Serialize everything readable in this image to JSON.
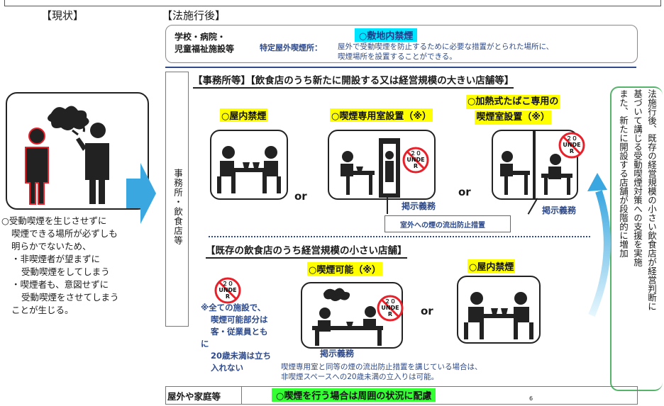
{
  "labels": {
    "current": "【現状】",
    "after_law": "【法施行後】",
    "schools_line1": "学校・病院・",
    "schools_line2": "児童福祉施設等",
    "premises_ban": "○敷地内禁煙",
    "designated_outdoor": "特定屋外喫煙所：",
    "designated_outdoor_desc_1": "屋外で受動喫煙を防止するために必要な措置がとられた場所に、",
    "designated_outdoor_desc_2": "喫煙場所を設置することができる。",
    "office_header": "【事務所等】【飲食店のうち新たに開設する又は経営規模の大きい店舗等】",
    "indoor_ban": "○屋内禁煙",
    "smoking_room": "○喫煙専用室設置（※）",
    "heated_tobacco_1": "○加熱式たばこ専用の",
    "heated_tobacco_2": "喫煙室設置（※）",
    "or": "or",
    "posting_duty": "掲示義務",
    "outflow_prevention": "室外への煙の流出防止措置",
    "vertical_offices": "事務所・飲食店等",
    "small_header": "【既存の飲食店のうち経営規模の小さい店舗】",
    "smoking_allowed": "○喫煙可能（※）",
    "indoor_ban_2": "○屋内禁煙",
    "note_1": "※全ての施設で、",
    "note_2": "喫煙可能部分は",
    "note_3": "客・従業員とも",
    "note_4": "に",
    "note_5": "20歳未満は立ち",
    "note_6": "入れない",
    "bottom_note_1": "喫煙専用室と同等の煙の流出防止措置を講じている場合は、",
    "bottom_note_2": "非喫煙スペースへの20歳未満の立入りは可能。",
    "outdoor_home": "屋外や家庭等",
    "outdoor_consider": "○喫煙を行う場合は周囲の状況に配慮",
    "page_number": "6",
    "right_col_1": "法施行後、既存の経営規模の小さい飲食店が経営判断に",
    "right_col_2": "基づいて講じる受動喫煙対策への支援を実施",
    "right_col_3": "また、新たに開設する店舗が段階的に増加",
    "current_1": "○受動喫煙を生じさせずに",
    "current_2": "喫煙できる場所が必ずしも",
    "current_3": "明らかでないため、",
    "current_4": "・非喫煙者が望まずに",
    "current_5": "受動喫煙をしてしまう",
    "current_6": "・喫煙者も、意図せずに",
    "current_7": "受動喫煙をさせてしまう",
    "current_8": "ことが生じる。",
    "nosmoke_top": "２０",
    "nosmoke_mid": "UNDE",
    "nosmoke_bot": "R"
  },
  "colors": {
    "cyan_highlight": "#00e5ff",
    "yellow_highlight": "#ffff00",
    "green_highlight": "#33ff33",
    "arrow_blue": "#3aa7e0",
    "notice_blue": "#2e4a8a",
    "nosmoke_red": "#e8202a",
    "right_border_green": "#55b36a"
  },
  "icons": {
    "scene_icons": [
      "people-at-table-icon",
      "smoking-booth-icon",
      "partition-icon",
      "smoking-person-icon"
    ],
    "sign": "no-under-20-sign-icon"
  }
}
